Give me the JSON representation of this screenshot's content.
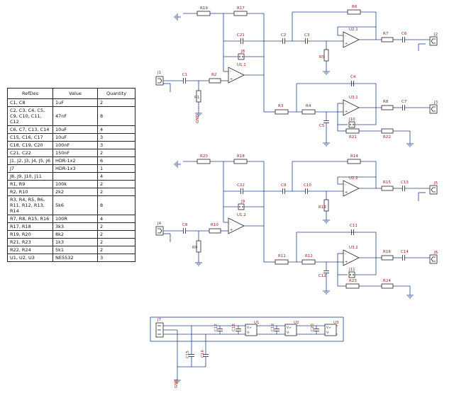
{
  "bom": {
    "headers": [
      "RefDes",
      "Value",
      "Quantity"
    ],
    "rows": [
      {
        "refdes": "C1, C8",
        "value": "1uF",
        "qty": "2"
      },
      {
        "refdes": "C2, C3, C4, C5, C9, C10, C11, C12",
        "value": "47nF",
        "qty": "8"
      },
      {
        "refdes": "C6, C7, C13, C14",
        "value": "10uF",
        "qty": "4"
      },
      {
        "refdes": "C15, C16, C17",
        "value": "10uF",
        "qty": "3"
      },
      {
        "refdes": "C18, C19, C20",
        "value": "100nF",
        "qty": "3"
      },
      {
        "refdes": "C21, C22",
        "value": "150nF",
        "qty": "2"
      },
      {
        "refdes": "J1, J2, J3, J4, J5, J6",
        "value": "HDR-1x2",
        "qty": "6"
      },
      {
        "refdes": "J7",
        "value": "HDR-1x3",
        "qty": "1"
      },
      {
        "refdes": "J8, J9, J10, J11",
        "value": "",
        "qty": "4"
      },
      {
        "refdes": "R1, R9",
        "value": "100k",
        "qty": "2"
      },
      {
        "refdes": "R2, R10",
        "value": "2k2",
        "qty": "2"
      },
      {
        "refdes": "R3, R4, R5, R6, R11, R12, R13, R14",
        "value": "5k6",
        "qty": "8"
      },
      {
        "refdes": "R7, R8, R15, R16",
        "value": "100R",
        "qty": "4"
      },
      {
        "refdes": "R17, R18",
        "value": "3k3",
        "qty": "2"
      },
      {
        "refdes": "R19, R20",
        "value": "8k2",
        "qty": "2"
      },
      {
        "refdes": "R21, R23",
        "value": "1k3",
        "qty": "2"
      },
      {
        "refdes": "R22, R24",
        "value": "5k1",
        "qty": "2"
      },
      {
        "refdes": "U1, U2, U3",
        "value": "NE5532",
        "qty": "3"
      }
    ]
  },
  "schematic": {
    "labels": {
      "r19": "R19",
      "r17": "R17",
      "r6": "R6",
      "c21": "C21",
      "c2": "C2",
      "c3": "C3",
      "u21": "U2.1",
      "r7": "R7",
      "c6": "C6",
      "j2": "J2",
      "j8": "J8",
      "u11": "U1.1",
      "j1": "J1",
      "c1": "C1",
      "r2": "R2",
      "r1": "R1",
      "r5": "R5",
      "c4": "C4",
      "u31": "U3.1",
      "r3": "R3",
      "r4": "R4",
      "j10": "J10",
      "r8": "R8",
      "c7": "C7",
      "j3": "J3",
      "r21": "R21",
      "r22": "R22",
      "c5": "C5",
      "r20": "R20",
      "r18": "R18",
      "r14": "R14",
      "c22": "C22",
      "c9": "C9",
      "c10": "C10",
      "u22": "U2.2",
      "r15": "R15",
      "c13": "C13",
      "j5": "J5",
      "j9": "J9",
      "u12": "U1.2",
      "j4": "J4",
      "c8": "C8",
      "r10": "R10",
      "r9": "R9",
      "r13": "R13",
      "c11": "C11",
      "u32": "U3.2",
      "r11": "R11",
      "r12": "R12",
      "j11": "J11",
      "r16": "R16",
      "c14": "C14",
      "j6": "J6",
      "r23": "R23",
      "r24": "R24",
      "c12": "C12",
      "j7": "J7",
      "c17": "C17",
      "c18": "C18",
      "c19": "C19",
      "c20": "C20",
      "u1": "U1",
      "u2": "U2",
      "u3": "U3",
      "c15": "C15",
      "c16": "C16",
      "gnd": "GND"
    }
  }
}
